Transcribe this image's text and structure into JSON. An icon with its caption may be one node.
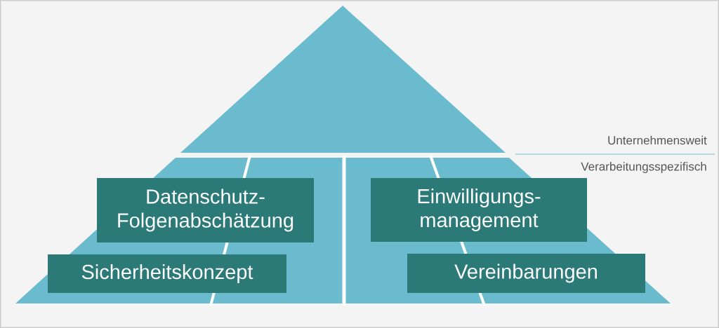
{
  "diagram": {
    "nodes": [
      {
        "text": [
          "Datenschutz- Folgenabschätzung"
        ]
      },
      {
        "text": [
          "Sicherheitskonzept"
        ]
      },
      {
        "text": [
          "Einwilligungs- management"
        ]
      },
      {
        "text": [
          "Vereinbarungen"
        ]
      }
    ],
    "labels": [
      "Unternehmensweit",
      "Verarbeitungsspezifisch"
    ]
  }
}
